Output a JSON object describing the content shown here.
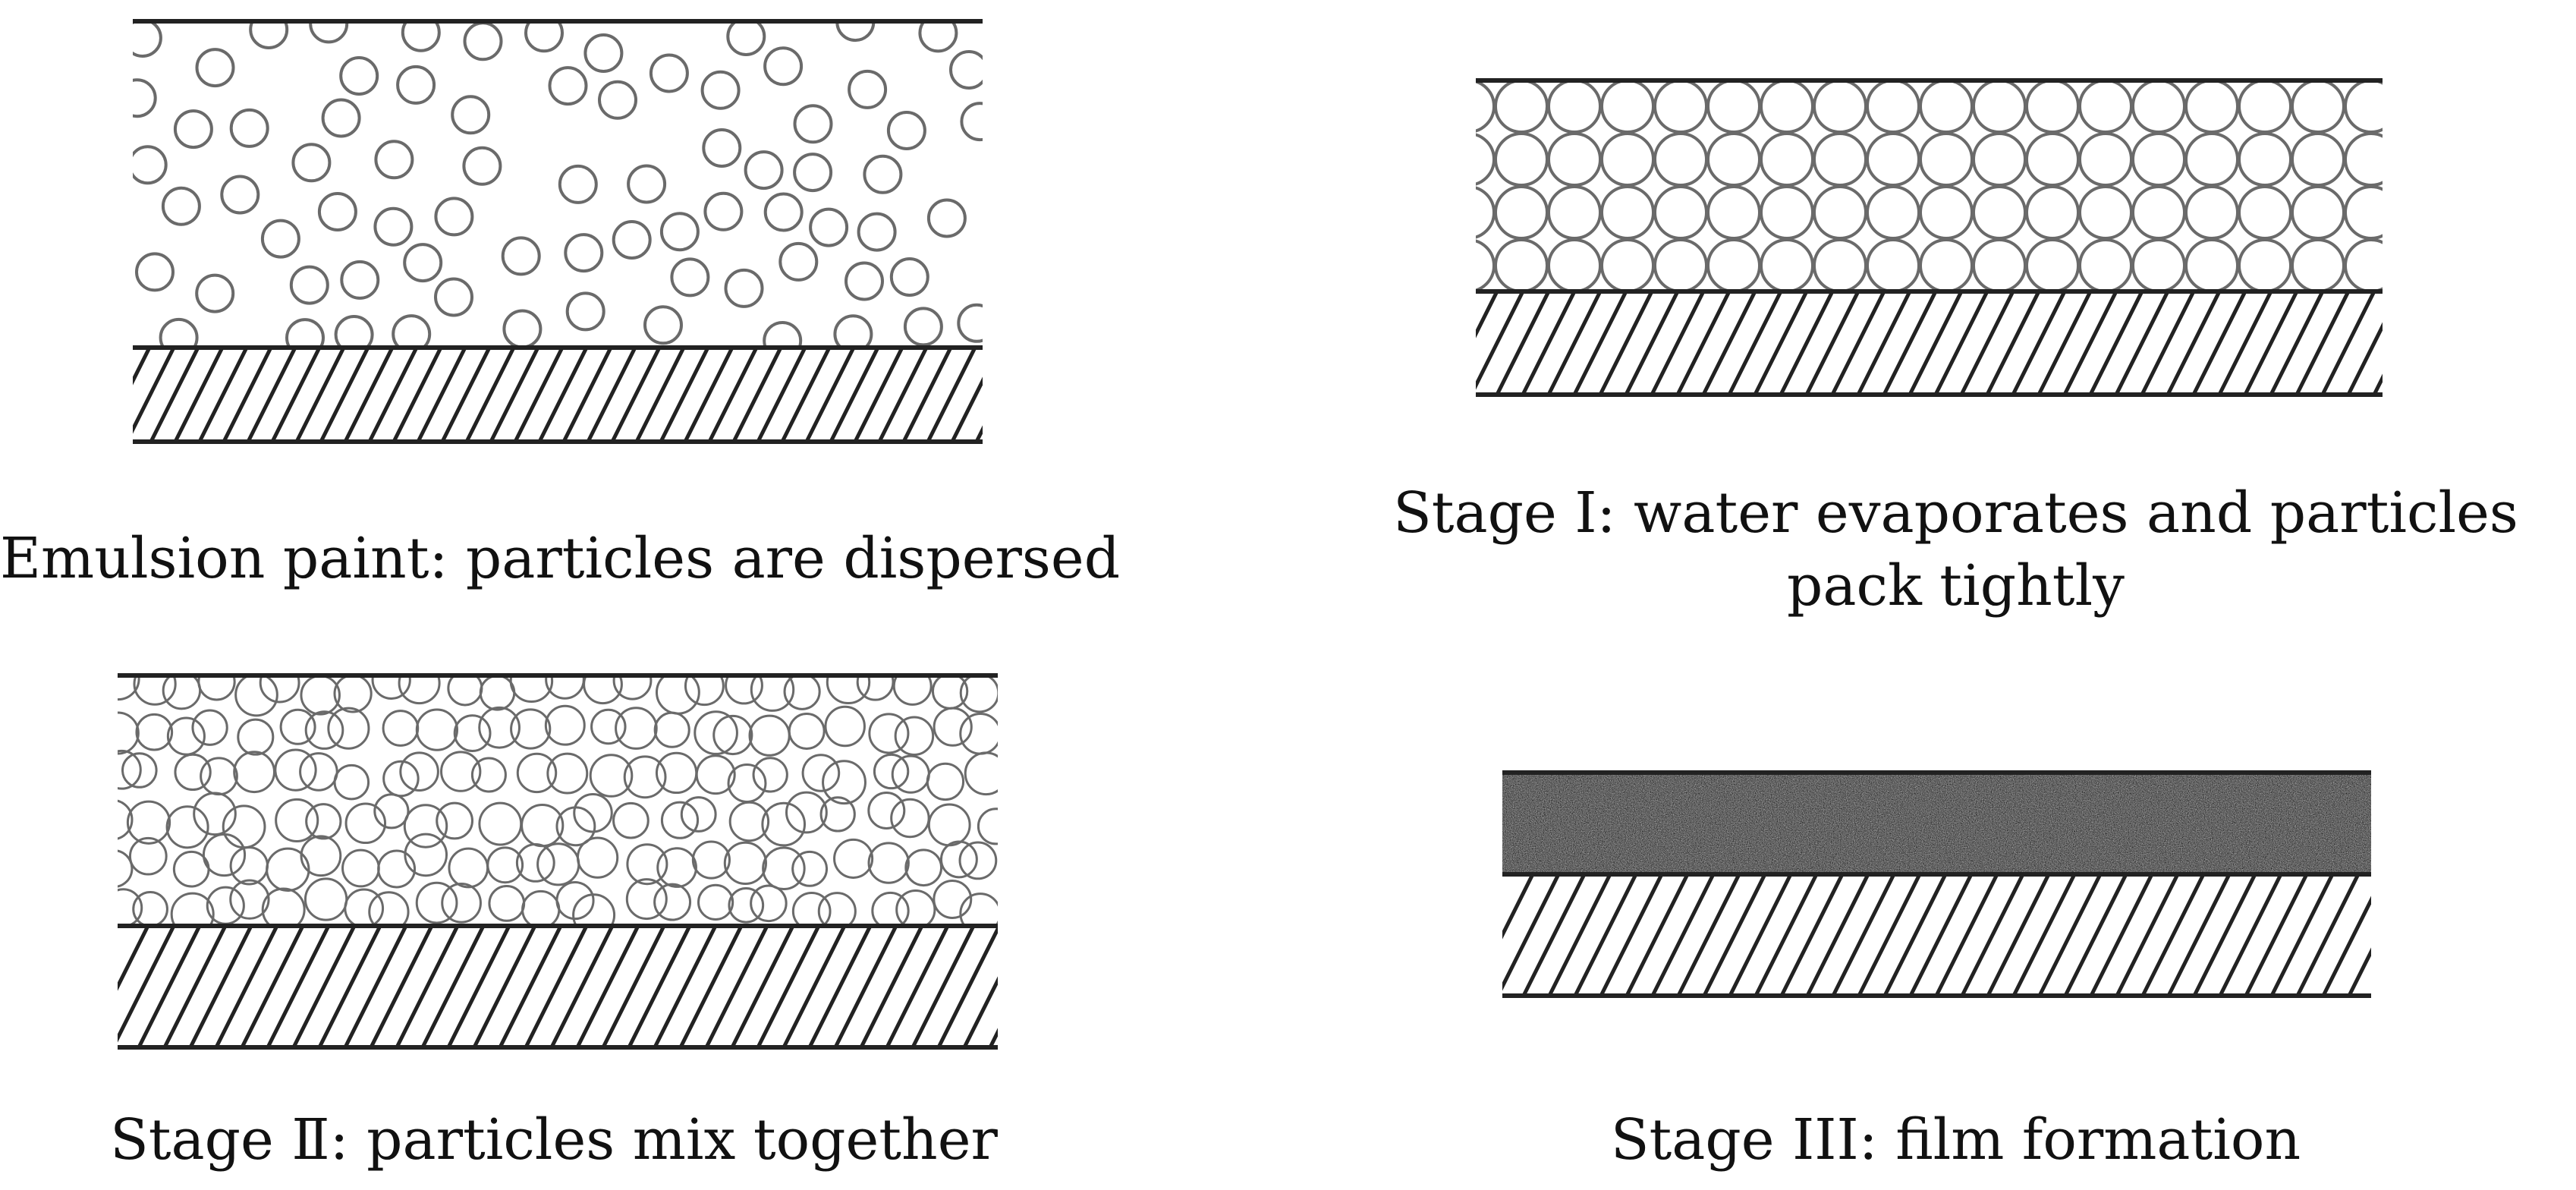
{
  "panels": {
    "dispersed": {
      "caption": "Emulsion paint: particles are dispersed"
    },
    "stage1": {
      "caption": "Stage I: water evaporates and particles pack tightly"
    },
    "stage2": {
      "caption": "Stage Ⅱ: particles mix together"
    },
    "stage3": {
      "caption": "Stage III: film formation"
    }
  },
  "colors": {
    "outline": "#222222",
    "particle": "#6a6a6a",
    "film": "#2a2a2a",
    "background": "#ffffff"
  }
}
